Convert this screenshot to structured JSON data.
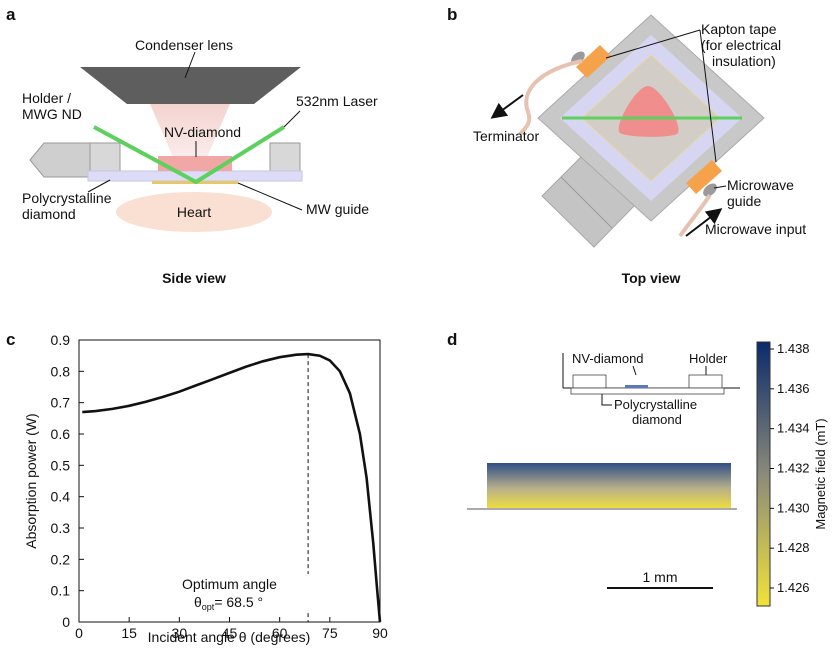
{
  "panels": {
    "a": {
      "letter": "a",
      "caption": "Side view",
      "labels": {
        "condenser": "Condenser lens",
        "holder1": "Holder /",
        "holder2": "MWG ND",
        "laser": "532nm Laser",
        "nv": "NV-diamond",
        "poly1": "Polycrystalline",
        "poly2": "diamond",
        "heart": "Heart",
        "mw": "MW guide"
      }
    },
    "b": {
      "letter": "b",
      "caption": "Top view",
      "labels": {
        "kapton1": "Kapton tape",
        "kapton2": "(for electrical",
        "kapton3": "insulation)",
        "terminator": "Terminator",
        "mwg1": "Microwave",
        "mwg2": "guide",
        "mwinput": "Microwave input"
      }
    },
    "c": {
      "letter": "c",
      "annotation_line1": "Optimum angle",
      "annotation_theta": "θ",
      "annotation_sub": "opt",
      "annotation_value": "= 68.5 °"
    },
    "d": {
      "letter": "d",
      "inset": {
        "nv": "NV-diamond",
        "holder": "Holder",
        "poly1": "Polycrystalline",
        "poly2": "diamond"
      },
      "scalebar": "1 mm",
      "colorbar": {
        "label": "Magnetic field (mT)",
        "ticks": [
          "1.438",
          "1.436",
          "1.434",
          "1.432",
          "1.430",
          "1.428",
          "1.426"
        ],
        "colors": {
          "high": "#0a2a6b",
          "low": "#f2e23a"
        }
      }
    }
  },
  "chart_data": {
    "type": "line",
    "xlabel": "Incident angle θ (degrees)",
    "ylabel": "Absorption power (W)",
    "xlim": [
      0,
      90
    ],
    "ylim": [
      0,
      0.9
    ],
    "xticks": [
      "0",
      "15",
      "30",
      "45",
      "60",
      "75",
      "90"
    ],
    "yticks": [
      "0",
      "0.1",
      "0.2",
      "0.3",
      "0.4",
      "0.5",
      "0.6",
      "0.7",
      "0.8",
      "0.9"
    ],
    "x": [
      1,
      5,
      10,
      15,
      20,
      25,
      30,
      35,
      40,
      45,
      50,
      55,
      60,
      65,
      68.5,
      72,
      75,
      78,
      81,
      84,
      86,
      88,
      89,
      90
    ],
    "y": [
      0.67,
      0.673,
      0.68,
      0.69,
      0.703,
      0.718,
      0.735,
      0.755,
      0.775,
      0.795,
      0.815,
      0.832,
      0.845,
      0.853,
      0.855,
      0.85,
      0.835,
      0.8,
      0.73,
      0.6,
      0.46,
      0.25,
      0.12,
      0.0
    ],
    "optimum_x": 68.5
  }
}
